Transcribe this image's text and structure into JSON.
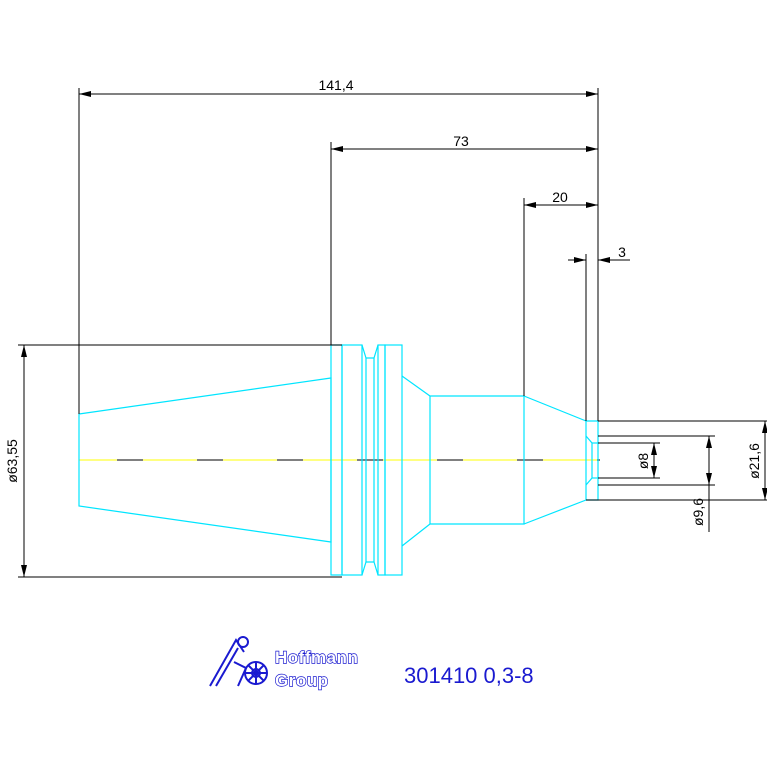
{
  "drawing": {
    "dimensions": {
      "overall_length": "141,4",
      "length_73": "73",
      "length_20": "20",
      "length_3": "3",
      "diameter_flange": "ø63,55",
      "diameter_bore": "ø8",
      "diameter_tip": "ø9,6",
      "diameter_nose": "ø21,6"
    },
    "colors": {
      "outline": "#00e5ff",
      "centerline": "#ffff00",
      "dimension": "#000000",
      "brand": "#1a1ad0"
    }
  },
  "title_block": {
    "logo_line1": "Hoffmann",
    "logo_line2": "Group",
    "part_number": "301410 0,3-8"
  }
}
